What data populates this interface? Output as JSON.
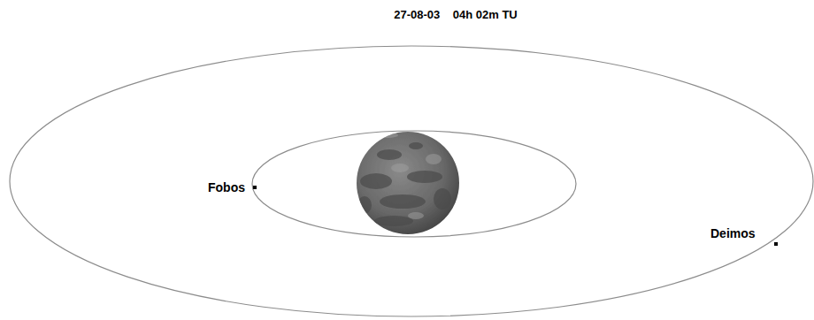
{
  "diagram": {
    "title": "27-08-03    04h 02m TU",
    "labels": [
      "Fobos",
      "Deimos"
    ]
  }
}
